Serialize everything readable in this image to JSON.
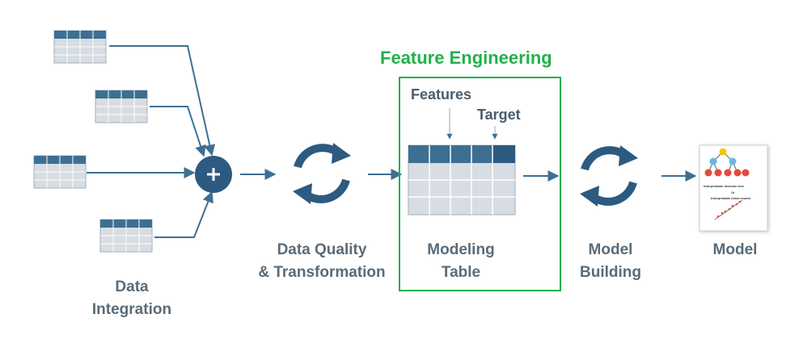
{
  "title": "Feature Engineering",
  "stages": {
    "data_integration": {
      "line1": "Data",
      "line2": "Integration"
    },
    "data_quality": {
      "line1": "Data Quality",
      "line2": "& Transformation"
    },
    "modeling_table": {
      "line1": "Modeling",
      "line2": "Table"
    },
    "model_building": {
      "line1": "Model",
      "line2": "Building"
    },
    "model": {
      "label": "Model"
    }
  },
  "table_labels": {
    "features": "Features",
    "target": "Target"
  },
  "model_card": {
    "caption1": "Interpretable decision tree",
    "caption2": "Or",
    "caption3": "Interpretable linear model"
  },
  "icons": {
    "merge": "plus-icon",
    "transform": "refresh-icon",
    "build": "refresh-icon"
  },
  "colors": {
    "accent": "#21b04b",
    "primary": "#2d5a80",
    "arrow": "#3d6f92",
    "table_header": "#3d6f92",
    "table_body": "#d7dde2",
    "text": "#5a6b78"
  }
}
